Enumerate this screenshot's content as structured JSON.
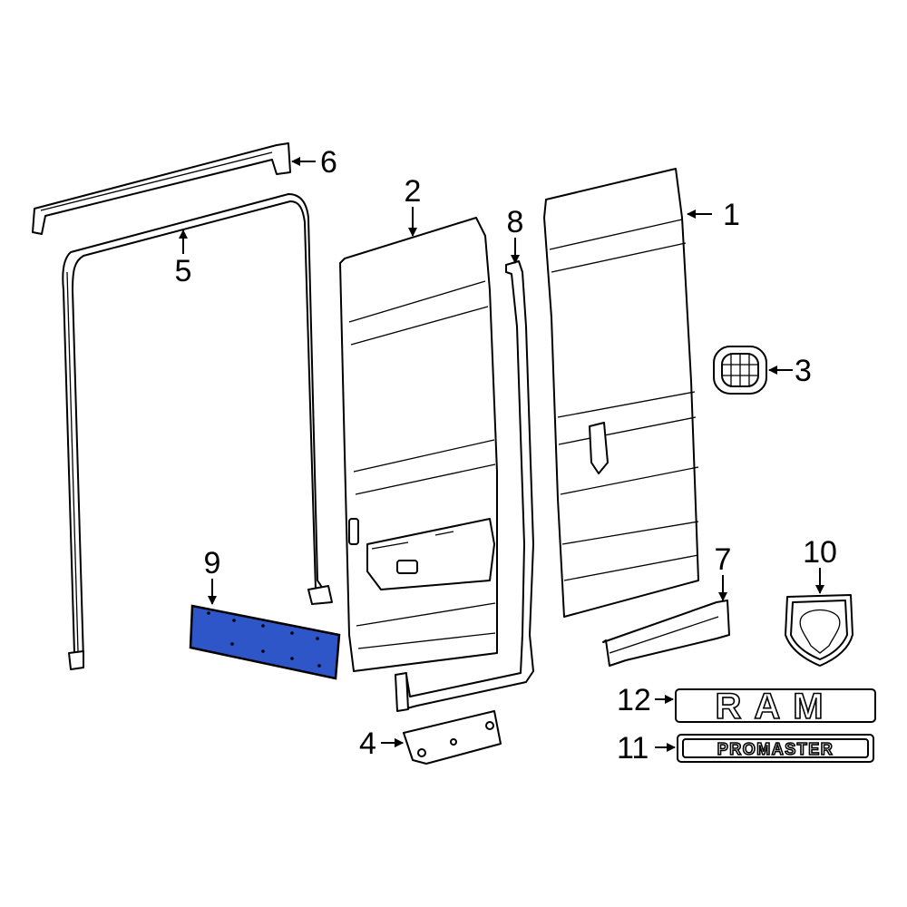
{
  "callouts": {
    "c1": "1",
    "c2": "2",
    "c3": "3",
    "c4": "4",
    "c5": "5",
    "c6": "6",
    "c7": "7",
    "c8": "8",
    "c9": "9",
    "c10": "10",
    "c11": "11",
    "c12": "12"
  },
  "badges": {
    "ram": "RAM",
    "promaster": "PROMASTER"
  },
  "colors": {
    "highlight_fill": "#2f56c9",
    "line": "#000000",
    "background": "#ffffff"
  }
}
